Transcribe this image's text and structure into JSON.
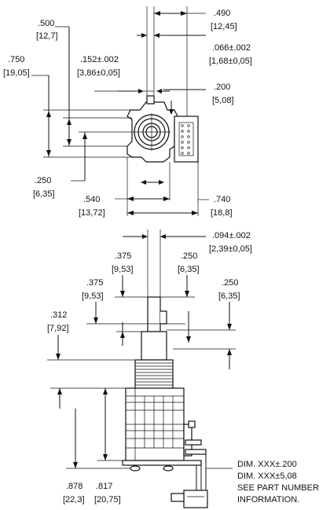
{
  "dimensions": {
    "d490": ".490",
    "d490mm": "[12,45]",
    "d500": ".500",
    "d500mm": "[12,7]",
    "d066": ".066±.002",
    "d066mm": "[1,68±0,05]",
    "d750": ".750",
    "d750mm": "[19,05]",
    "d152": ".152±.002",
    "d152mm": "[3,86±0,05]",
    "d200": ".200",
    "d200mm": "[5,08]",
    "d250a": ".250",
    "d250amm": "[6,35]",
    "d540": ".540",
    "d540mm": "[13,72]",
    "d740": ".740",
    "d740mm": "[18,8]",
    "d094": ".094±.002",
    "d094mm": "[2,39±0,05]",
    "d375a": ".375",
    "d375amm": "[9,53]",
    "d250b": ".250",
    "d250bmm": "[6,35]",
    "d375b": ".375",
    "d375bmm": "[9,53]",
    "d250c": ".250",
    "d250cmm": "[6,35]",
    "d312": ".312",
    "d312mm": "[7,92]",
    "d878": ".878",
    "d878mm": "[22,3]",
    "d817": ".817",
    "d817mm": "[20,75]"
  },
  "notes": {
    "line1": "DIM. XXX±.200",
    "line2": "DIM. XXX±5,08",
    "line3": "SEE PART NUMBER",
    "line4": "INFORMATION."
  }
}
